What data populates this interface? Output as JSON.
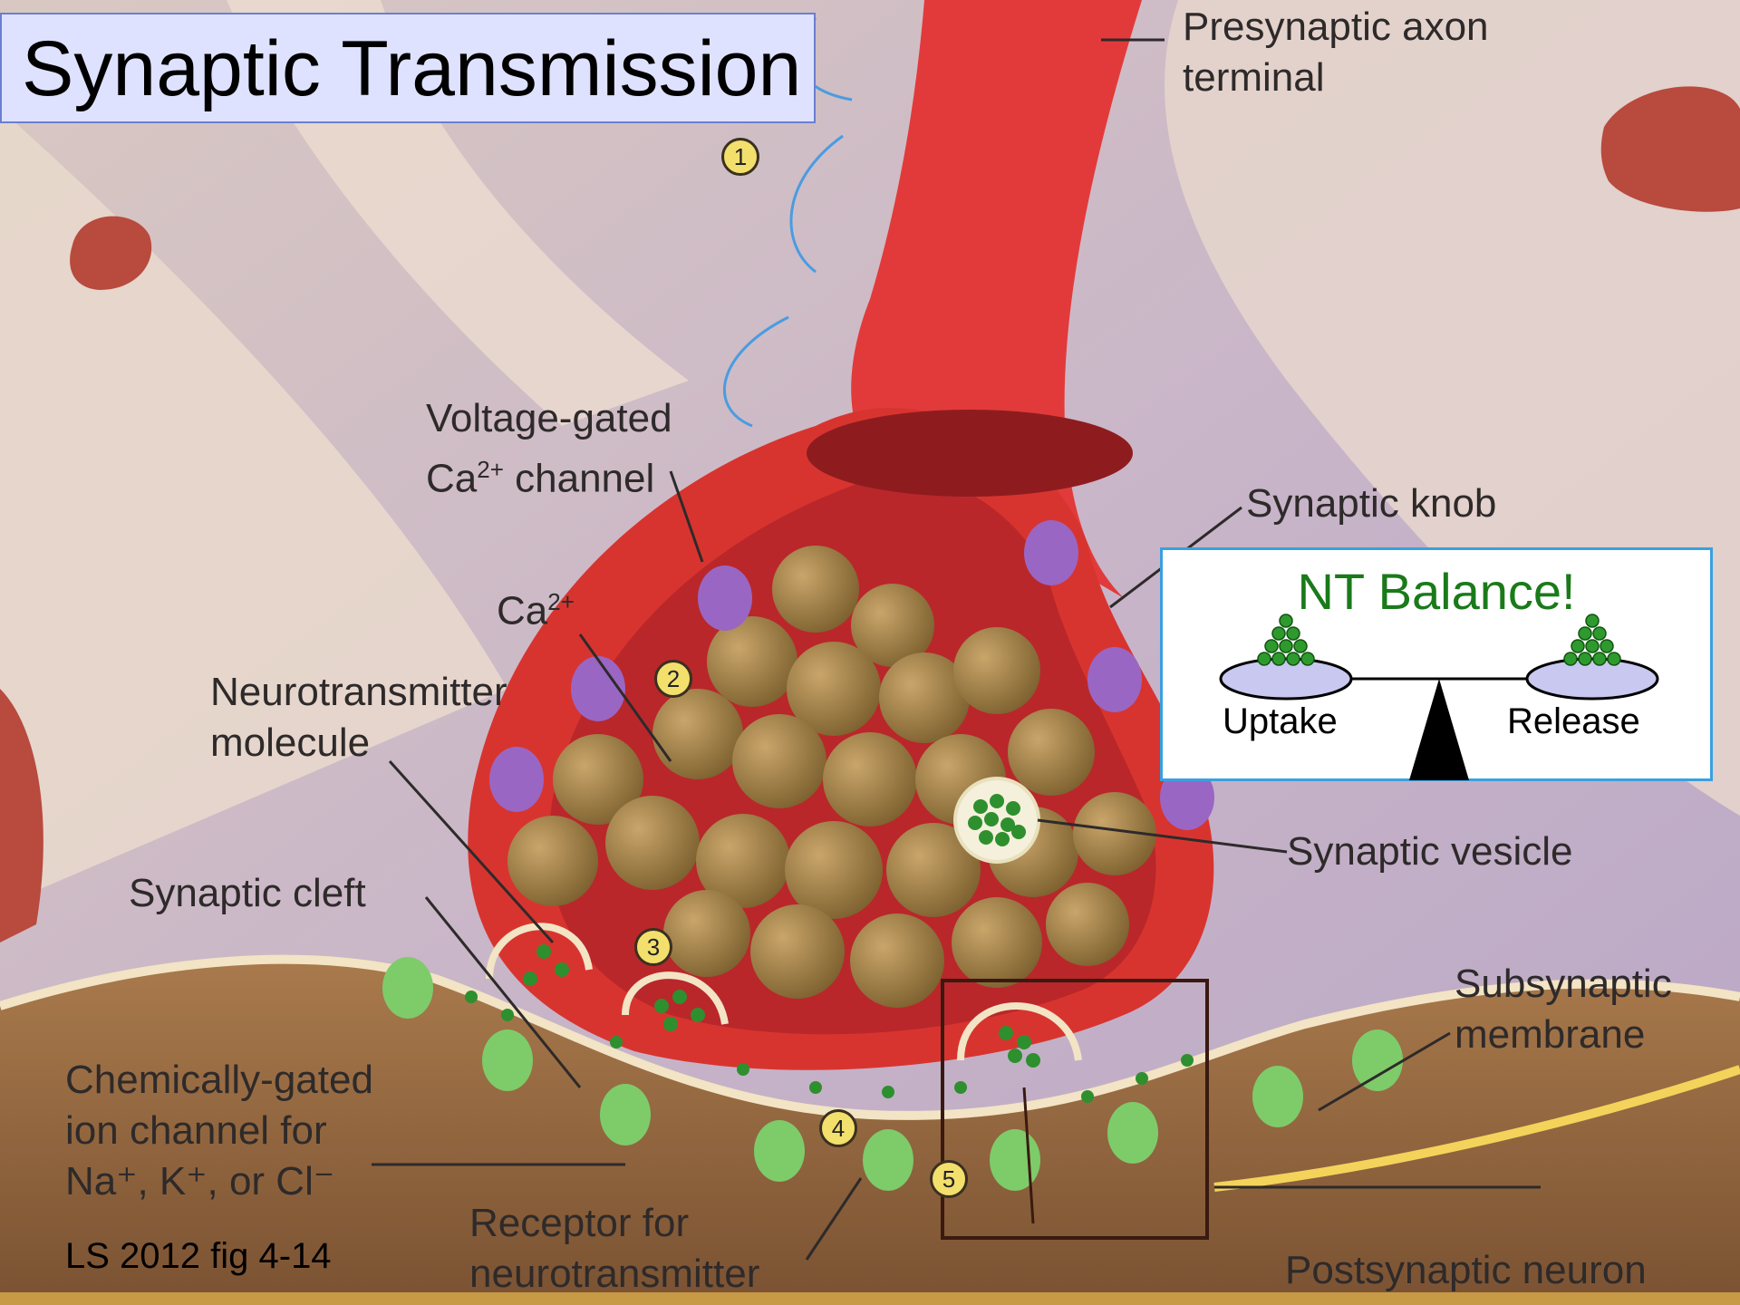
{
  "title": "Synaptic Transmission",
  "labels": {
    "presynaptic_axon": "Presynaptic axon",
    "terminal": "terminal",
    "voltage_gated_line1": "Voltage-gated",
    "voltage_gated_line2_prefix": "Ca",
    "voltage_gated_line2_sup": "2+",
    "voltage_gated_line2_suffix": " channel",
    "ca_ion": "Ca",
    "ca_ion_sup": "2+",
    "synaptic_knob": "Synaptic knob",
    "neurotransmitter_line1": "Neurotransmitter",
    "neurotransmitter_line2": "molecule",
    "synaptic_vesicle": "Synaptic vesicle",
    "synaptic_cleft": "Synaptic cleft",
    "subsynaptic_line1": "Subsynaptic",
    "subsynaptic_line2": "membrane",
    "chem_gated_line1": "Chemically-gated",
    "chem_gated_line2": "ion channel for",
    "chem_gated_line3": "Na⁺, K⁺, or Cl⁻",
    "receptor_line1": "Receptor for",
    "receptor_line2": "neurotransmitter",
    "postsynaptic_neuron": "Postsynaptic neuron"
  },
  "steps": [
    "1",
    "2",
    "3",
    "4",
    "5"
  ],
  "nt_balance": {
    "title": "NT Balance!",
    "left_label": "Uptake",
    "right_label": "Release"
  },
  "credit": "LS 2012 fig 4-14",
  "colors": {
    "axon": "#e23a3a",
    "vesicle": "#a8844a",
    "nt_dot": "#2e8f2e",
    "channel": "#9a66c4",
    "receptor": "#7ecb6a",
    "title_bg": "#dfe2ff",
    "nt_title": "#1a7a1a"
  }
}
